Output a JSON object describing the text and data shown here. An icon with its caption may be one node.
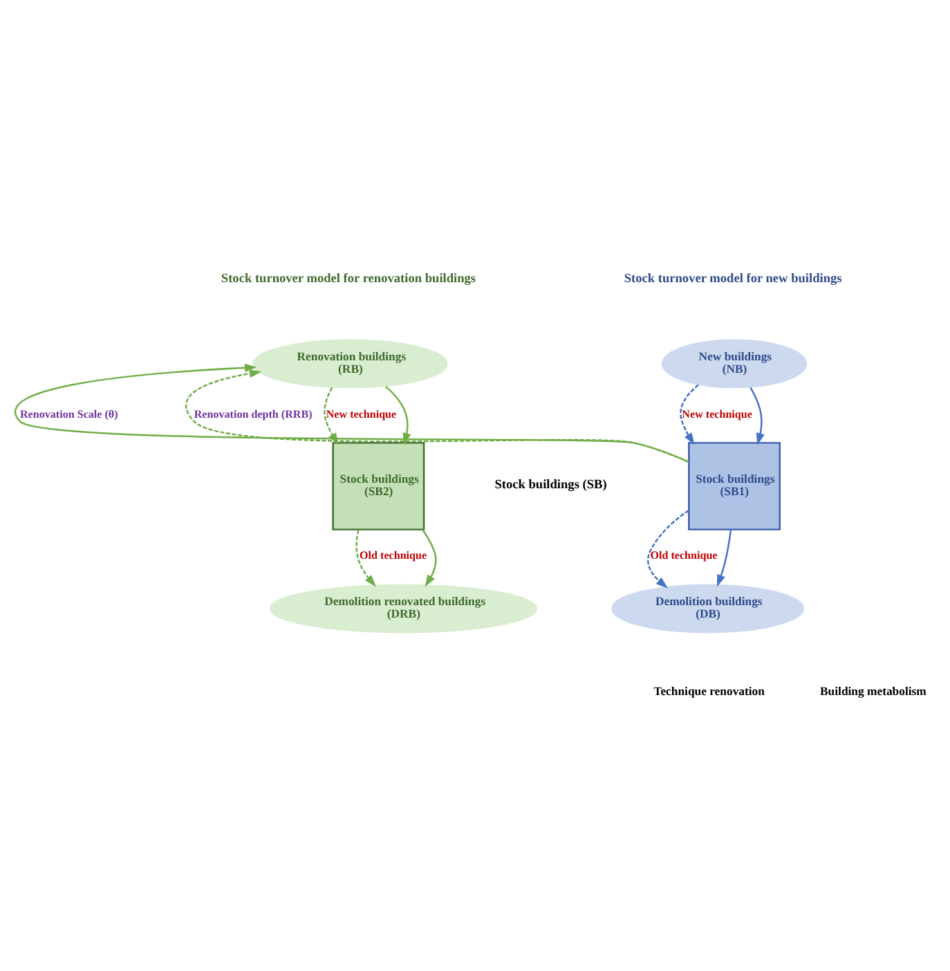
{
  "diagram": {
    "nodes": [
      {
        "text": [
          "New buildings",
          "(NB)"
        ]
      },
      {
        "text": [
          "Stock buildings",
          "(SB1)"
        ]
      },
      {
        "text": [
          "Demolition buildings",
          "(DB)"
        ]
      },
      {
        "text": [
          "Renovation buildings",
          "(RB)"
        ]
      },
      {
        "text": [
          "Stock buildings",
          "(SB2)"
        ]
      },
      {
        "text": [
          "Demolition renovated buildings",
          "(DRB)"
        ]
      }
    ],
    "edges": [
      {
        "from": 0,
        "to": 1,
        "arrow": "to",
        "style": "dashed",
        "color": "#4472c4",
        "label": "New technique"
      },
      {
        "from": 0,
        "to": 1,
        "arrow": "to",
        "color": "#4472c4"
      },
      {
        "from": 1,
        "to": 2,
        "arrow": "to",
        "style": "dashed",
        "color": "#4472c4",
        "label": "Old technique"
      },
      {
        "from": 1,
        "to": 2,
        "arrow": "to",
        "color": "#4472c4"
      },
      {
        "from": 3,
        "to": 4,
        "arrow": "to",
        "style": "dashed",
        "color": "#70ad47",
        "label": "New technique"
      },
      {
        "from": 3,
        "to": 4,
        "arrow": "to",
        "color": "#70ad47"
      },
      {
        "from": 4,
        "to": 5,
        "arrow": "to",
        "style": "dashed",
        "color": "#70ad47",
        "label": "Old technique"
      },
      {
        "from": 4,
        "to": 5,
        "arrow": "to",
        "color": "#70ad47"
      },
      {
        "from": 1,
        "to": 3,
        "arrow": "to",
        "color": "#70ad47",
        "label": "Renovation Scale (θ)"
      },
      {
        "from": 1,
        "to": 3,
        "arrow": "to",
        "style": "dashed",
        "color": "#70ad47",
        "label": "Renovation depth (RRB)"
      }
    ],
    "labels": [
      "Stock turnover model for new buildings",
      "Stock turnover model for renovation buildings",
      "Stock buildings (SB)"
    ],
    "legend": [
      {
        "text": "Technique renovation"
      },
      {
        "text": "Building metabolism"
      }
    ]
  }
}
